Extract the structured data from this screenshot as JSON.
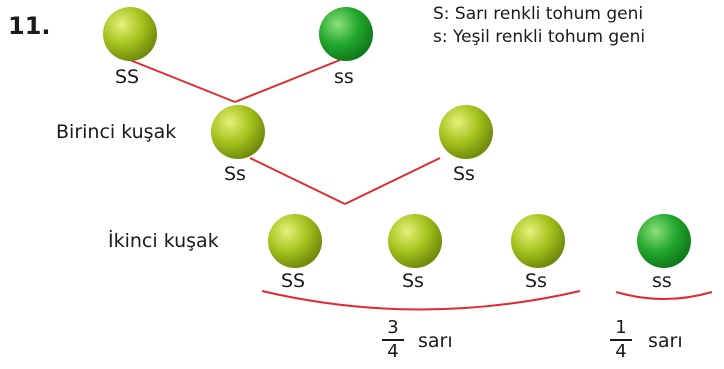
{
  "question_number": "11.",
  "legend": {
    "dominant": "S: Sarı renkli tohum geni",
    "recessive": "s: Yeşil renkli tohum geni"
  },
  "parents": {
    "left": "SS",
    "right": "ss"
  },
  "first_generation": {
    "label": "Birinci kuşak",
    "left": "Ss",
    "right": "Ss"
  },
  "second_generation": {
    "label": "İkinci kuşak",
    "genotypes": [
      "SS",
      "Ss",
      "Ss",
      "ss"
    ]
  },
  "ratios": {
    "yellow": {
      "numerator": "3",
      "denominator": "4",
      "word": "sarı"
    },
    "green": {
      "numerator": "1",
      "denominator": "4",
      "word": "sarı"
    }
  },
  "colors": {
    "yellow_seed": "#a4c21c",
    "green_seed": "#22a72c",
    "line": "#e02a2f"
  }
}
